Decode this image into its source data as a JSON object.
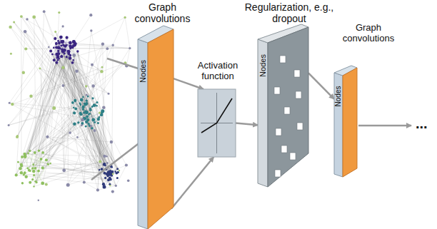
{
  "diagram": {
    "nodes": [
      {
        "text": [
          "Graph convolutions",
          "Nodes"
        ]
      },
      {
        "text": [
          "Activation function"
        ]
      },
      {
        "text": [
          "Regularization, e.g., dropout",
          "Nodes"
        ]
      },
      {
        "text": [
          "Graph convolutions",
          "Nodes"
        ]
      }
    ],
    "edges": [
      {
        "from": 0,
        "to": 1,
        "arrow": "to"
      },
      {
        "from": 0,
        "to": 1,
        "arrow": "to"
      },
      {
        "from": 1,
        "to": 2,
        "arrow": "to"
      },
      {
        "from": 2,
        "to": 3,
        "arrow": "to"
      }
    ],
    "labels": [
      "..."
    ]
  }
}
